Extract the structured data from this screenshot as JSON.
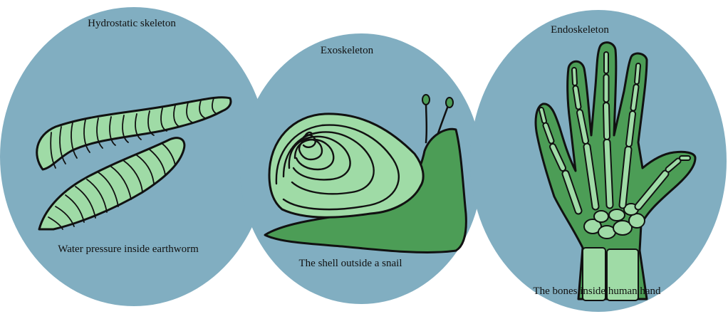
{
  "colors": {
    "background_circle": "#81aec1",
    "light_green": "#9fdba6",
    "dark_green": "#4c9d56",
    "outline": "#111111"
  },
  "panels": [
    {
      "title": "Hydrostatic skeleton",
      "caption": "Water pressure inside earthworm",
      "illustration": "earthworm"
    },
    {
      "title": "Exoskeleton",
      "caption": "The shell outside a snail",
      "illustration": "snail"
    },
    {
      "title": "Endoskeleton",
      "caption": "The bones inside human hand",
      "illustration": "hand-skeleton"
    }
  ]
}
